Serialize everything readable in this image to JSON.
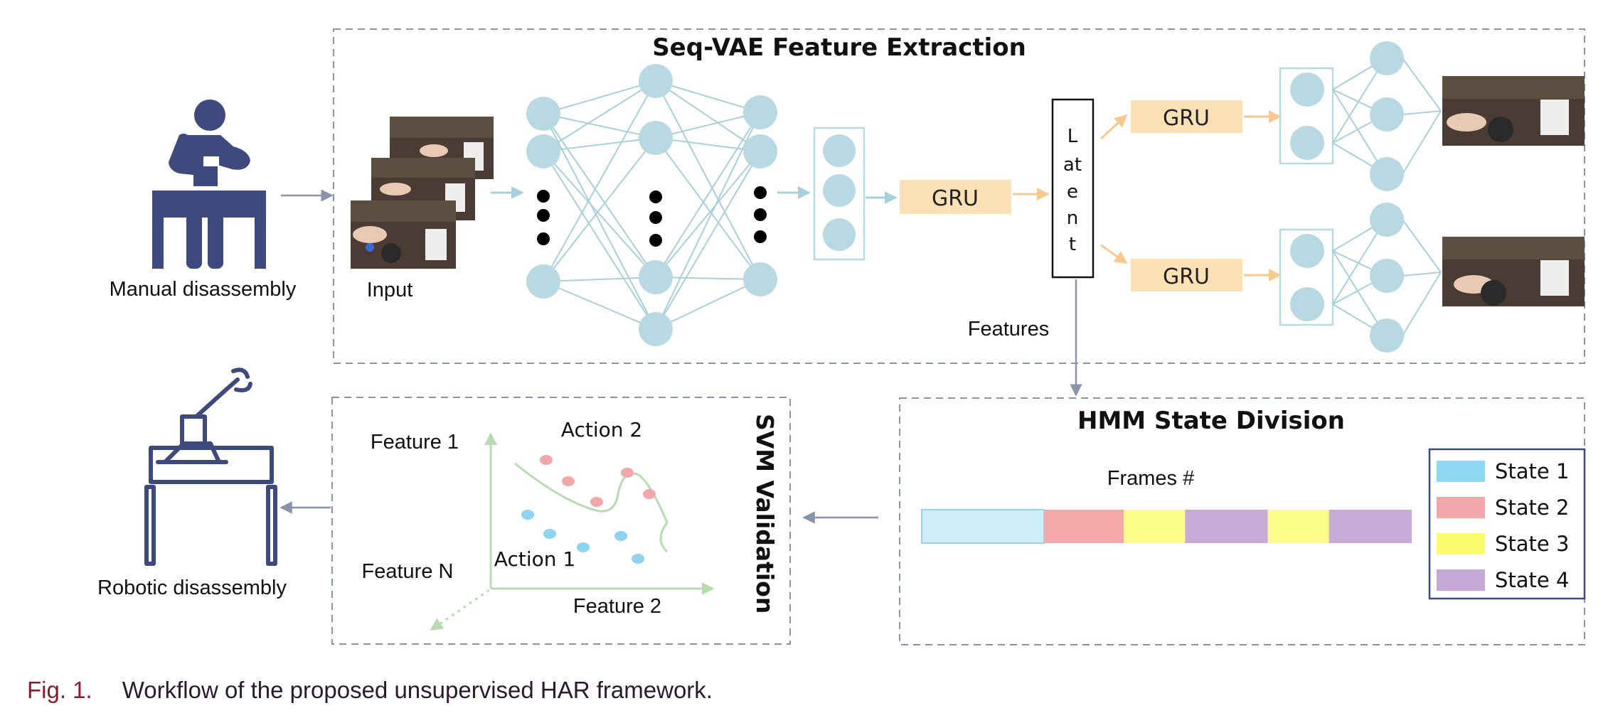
{
  "colors": {
    "box_border": "#8a93a8",
    "node": "#b9d9e2",
    "node_edge": "#a9cfdb",
    "gru_fill": "#fde1b6",
    "gru_arrow": "#f7c98d",
    "navy": "#3e4a7e",
    "svm_axis": "#b9dbb0",
    "action2_points": "#f2a8aa",
    "action1_points": "#8fd3ef",
    "caption_label": "#8a1c2b",
    "caption_text": "#2a1a2e"
  },
  "human": {
    "label": "Manual disassembly",
    "icon": "person-at-table-icon"
  },
  "robot": {
    "label": "Robotic disassembly",
    "icon": "robot-arm-icon"
  },
  "seq_vae": {
    "title": "Seq-VAE Feature Extraction",
    "input_label": "Input",
    "gru_label": "GRU",
    "latent_letters": [
      "L",
      "at",
      "e",
      "n",
      "t"
    ],
    "features_label": "Features"
  },
  "hmm": {
    "title": "HMM State Division",
    "frames_label": "Frames #",
    "segments": [
      {
        "state": "State 1",
        "color": "#cdeef9",
        "length": 2
      },
      {
        "state": "State 2",
        "color": "#f5a8a9",
        "length": 1.3
      },
      {
        "state": "State 3",
        "color": "#fcfc8a",
        "length": 1
      },
      {
        "state": "State 4",
        "color": "#c8aad8",
        "length": 1.35
      },
      {
        "state": "State 3",
        "color": "#fcfc8a",
        "length": 1
      },
      {
        "state": "State 4",
        "color": "#c8aad8",
        "length": 1.35
      }
    ],
    "legend": [
      {
        "label": "State 1",
        "color": "#8fd8f2"
      },
      {
        "label": "State 2",
        "color": "#f2a8aa"
      },
      {
        "label": "State 3",
        "color": "#fbfb6e"
      },
      {
        "label": "State 4",
        "color": "#c4a8d8"
      }
    ]
  },
  "svm": {
    "title": "SVM Validation",
    "feature1": "Feature 1",
    "feature2": "Feature 2",
    "featureN": "Feature N",
    "action1": "Action 1",
    "action2": "Action 2"
  },
  "caption": {
    "label": "Fig. 1.",
    "text": "Workflow of the proposed unsupervised HAR framework."
  }
}
